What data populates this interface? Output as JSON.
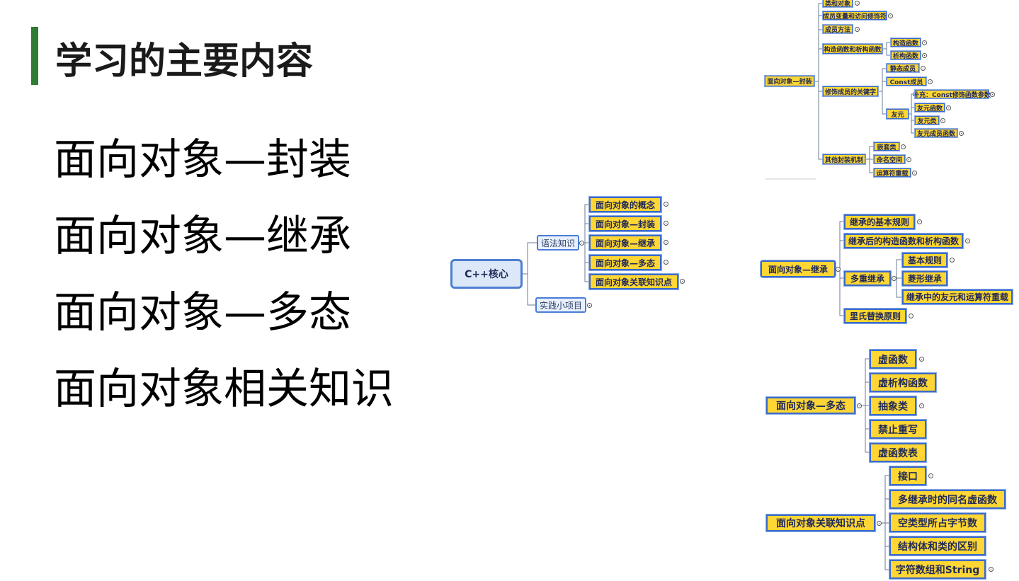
{
  "slide": {
    "title": "学习的主要内容",
    "topics": [
      "面向对象—封装",
      "面向对象—继承",
      "面向对象—多态",
      "面向对象相关知识"
    ]
  },
  "core_map": {
    "root": "C++核心",
    "branch1": "语法知识",
    "branch2": "实践小项目",
    "leaves": [
      "面向对象的概念",
      "面向对象—封装",
      "面向对象—继承",
      "面向对象—多态",
      "面向对象关联知识点"
    ]
  },
  "encap_map": {
    "root": "面向对象—封装",
    "nodes": {
      "class_obj": "类和对象",
      "members": "成员变量和访问修饰符",
      "methods": "成员方法",
      "ctor_dtor": "构造函数和析构函数",
      "ctor": "构造函数",
      "dtor": "析构函数",
      "modifiers": "修饰成员的关键字",
      "static_m": "静态成员",
      "const_m": "Const成员",
      "const_supp": "补充：Const修饰函数参数",
      "friend": "友元",
      "friend_fn": "友元函数",
      "friend_cls": "友元类",
      "friend_member": "友元成员函数",
      "other": "其他封装机制",
      "nested": "嵌套类",
      "namespace": "命名空间",
      "overload": "运算符重载"
    }
  },
  "inherit_map": {
    "root": "面向对象—继承",
    "nodes": {
      "basic_rules": "继承的基本规则",
      "ctor_dtor": "继承后的构造函数和析构函数",
      "multi": "多重继承",
      "multi_basic": "基本规则",
      "diamond": "菱形继承",
      "friend_op": "继承中的友元和运算符重载",
      "lsp": "里氏替换原则"
    }
  },
  "poly_map": {
    "root": "面向对象—多态",
    "nodes": [
      "虚函数",
      "虚析构函数",
      "抽象类",
      "禁止重写",
      "虚函数表"
    ]
  },
  "related_map": {
    "root": "面向对象关联知识点",
    "nodes": [
      "接口",
      "多继承时的同名虚函数",
      "空类型所占字节数",
      "结构体和类的区别",
      "字符数组和String"
    ]
  }
}
